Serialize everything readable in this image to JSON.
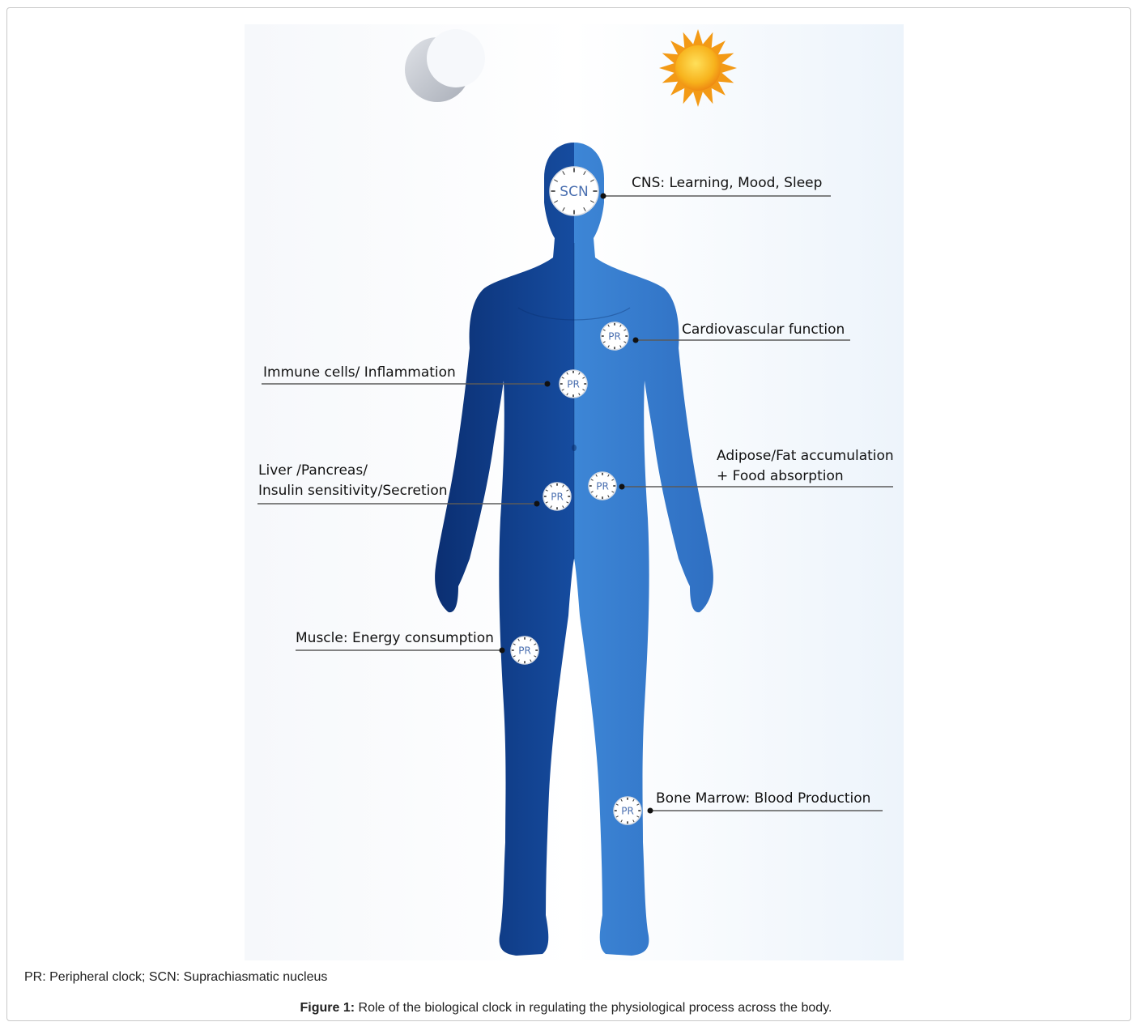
{
  "figure": {
    "clocks": {
      "central": "SCN",
      "peripheral": "PR"
    },
    "labels": {
      "cns": "CNS: Learning, Mood, Sleep",
      "cardio": "Cardiovascular function",
      "immune": "Immune cells/ Inflammation",
      "adipose_1": "Adipose/Fat accumulation",
      "adipose_2": "+ Food absorption",
      "liver_1": "Liver /Pancreas/",
      "liver_2": "Insulin sensitivity/Secretion",
      "muscle": "Muscle: Energy consumption",
      "bone": "Bone Marrow: Blood Production"
    },
    "icons": {
      "night": "moon-icon",
      "day": "sun-icon"
    },
    "colors": {
      "body_dark": "#0f3f8e",
      "body_light": "#3d86d6",
      "sun": "#f6a21a",
      "moon": "#c9ccd2",
      "clock_text": "#4a6fb0"
    }
  },
  "caption": {
    "note": "PR: Peripheral clock; SCN: Suprachiasmatic nucleus",
    "figure_label": "Figure 1:",
    "text": " Role of the biological clock in regulating the physiological process across the body."
  }
}
